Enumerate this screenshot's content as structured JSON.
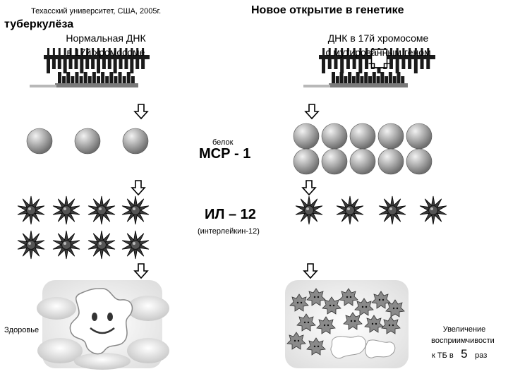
{
  "header": {
    "source": "Техасский университет, США, 2005г.",
    "title": "Новое открытие в генетике",
    "subtitle": "туберкулёза"
  },
  "left": {
    "dna_label_line1": "Нормальная ДНК",
    "dna_label_line2": "в 17й хромосоме",
    "outcome_label": "Здоровье"
  },
  "right": {
    "dna_label_line1": "ДНК в 17й хромосоме",
    "dna_label_line2": "с мутированным геном",
    "outcome_line1": "Увеличение",
    "outcome_line2": "восприимчивости",
    "outcome_line3_prefix": "к ТБ в",
    "outcome_multiplier": "5",
    "outcome_line3_suffix": "раз"
  },
  "center": {
    "protein_caption": "белок",
    "protein_name": "МСР - 1",
    "cytokine_name": "ИЛ – 12",
    "cytokine_caption": "(интерлейкин-12)"
  },
  "colors": {
    "dna_dark": "#1a1a1a",
    "dna_bar_gray": "#7a7a7a",
    "dna_bar_light": "#b8b8b8",
    "sphere_dark": "#6e6e6e",
    "sphere_light": "#f2f2f2",
    "spike_cell": "#3a3a3a",
    "cloud": "#d9d9d9"
  }
}
